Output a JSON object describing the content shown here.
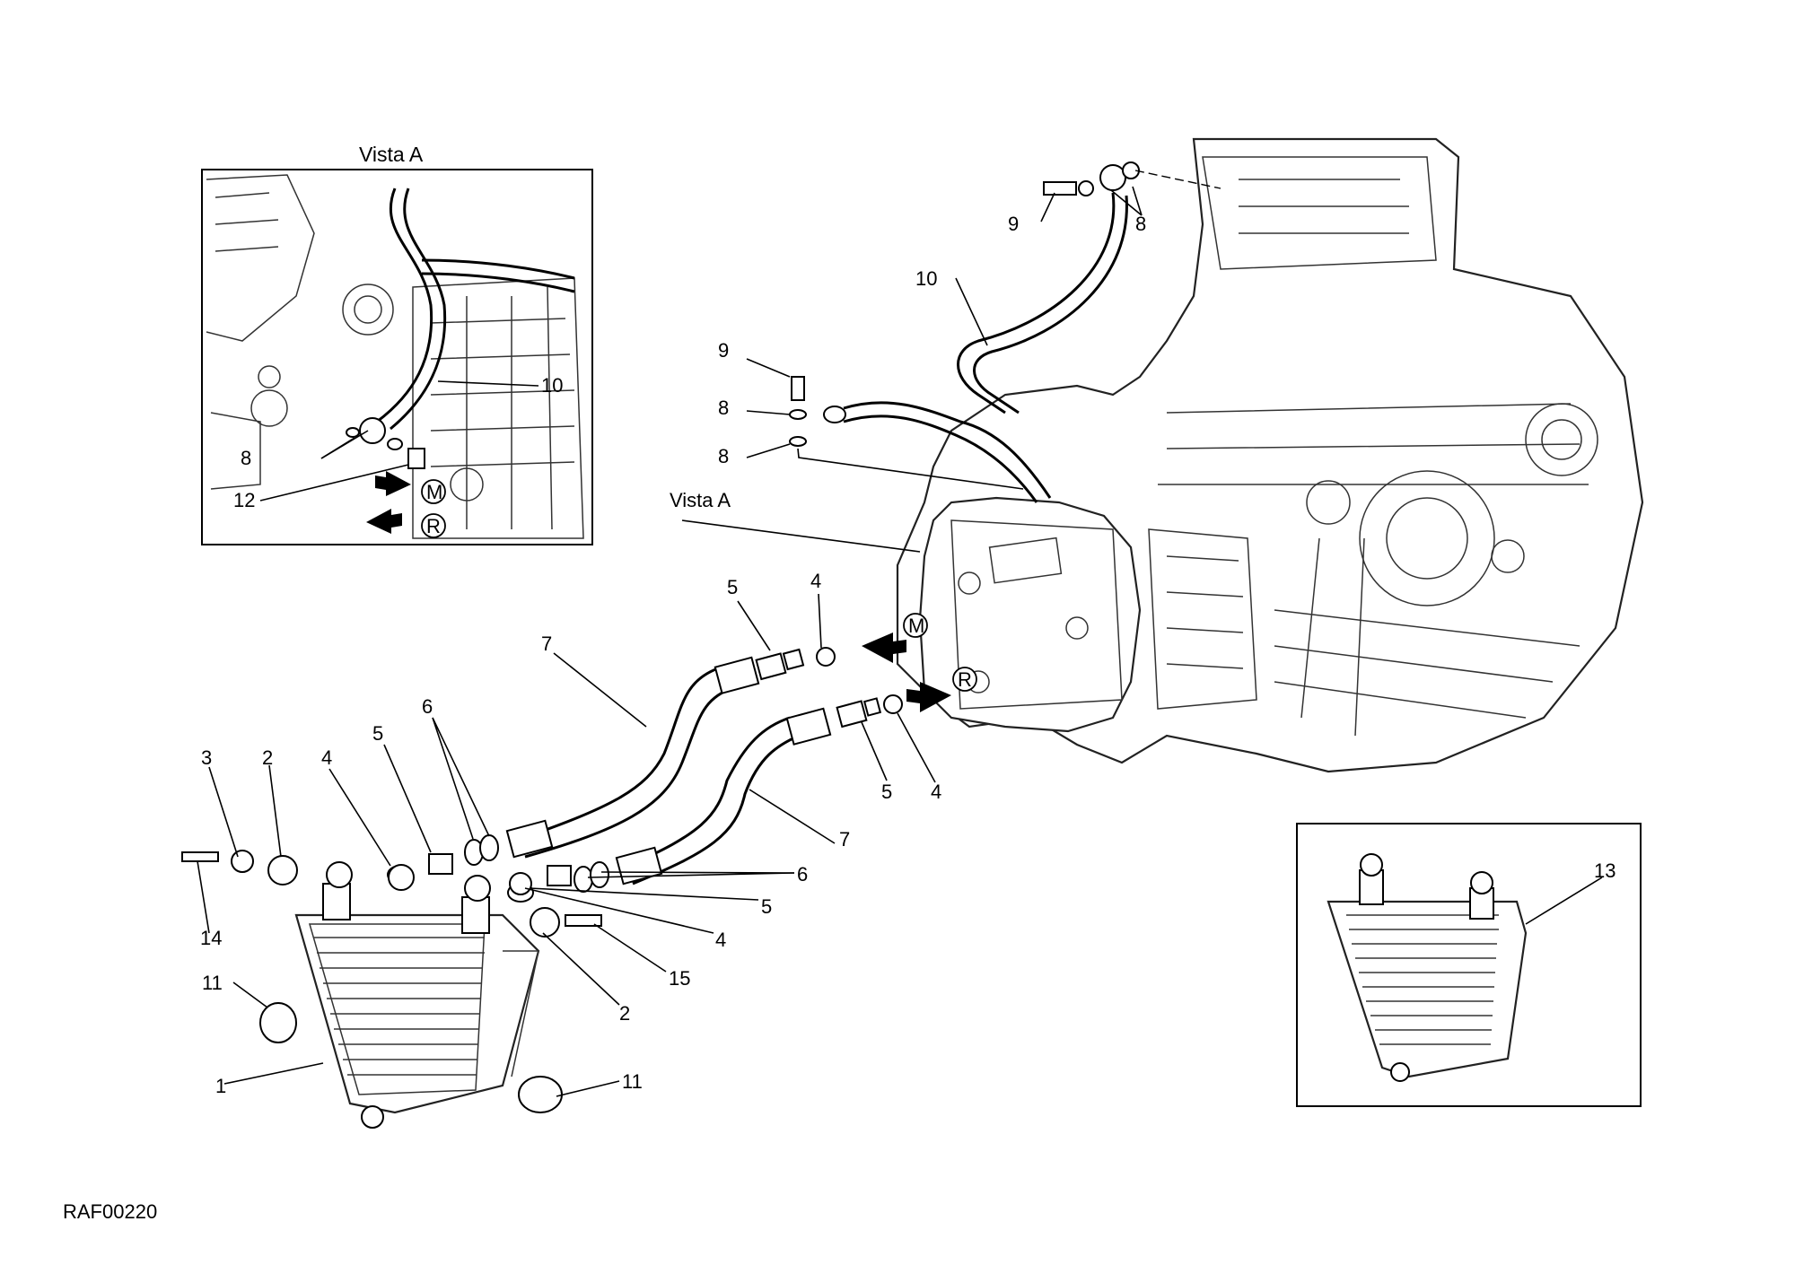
{
  "diagram": {
    "code": "RAF00220",
    "inset_title": "Vista A",
    "callout_vista": "Vista A",
    "markers": {
      "m": "M",
      "r": "R"
    },
    "labels": {
      "l1": "1",
      "l2a": "2",
      "l2b": "2",
      "l3": "3",
      "l4a": "4",
      "l4b": "4",
      "l4c": "4",
      "l5a": "5",
      "l5b": "5",
      "l5c": "5",
      "l5d": "5",
      "l6a": "6",
      "l6b": "6",
      "l7a": "7",
      "l7b": "7",
      "l8a": "8",
      "l8b": "8",
      "l8c": "8",
      "l8d": "8",
      "l9a": "9",
      "l9b": "9",
      "l10a": "10",
      "l10b": "10",
      "l11a": "11",
      "l11b": "11",
      "l12": "12",
      "l13": "13",
      "l14": "14",
      "l15": "15"
    }
  }
}
